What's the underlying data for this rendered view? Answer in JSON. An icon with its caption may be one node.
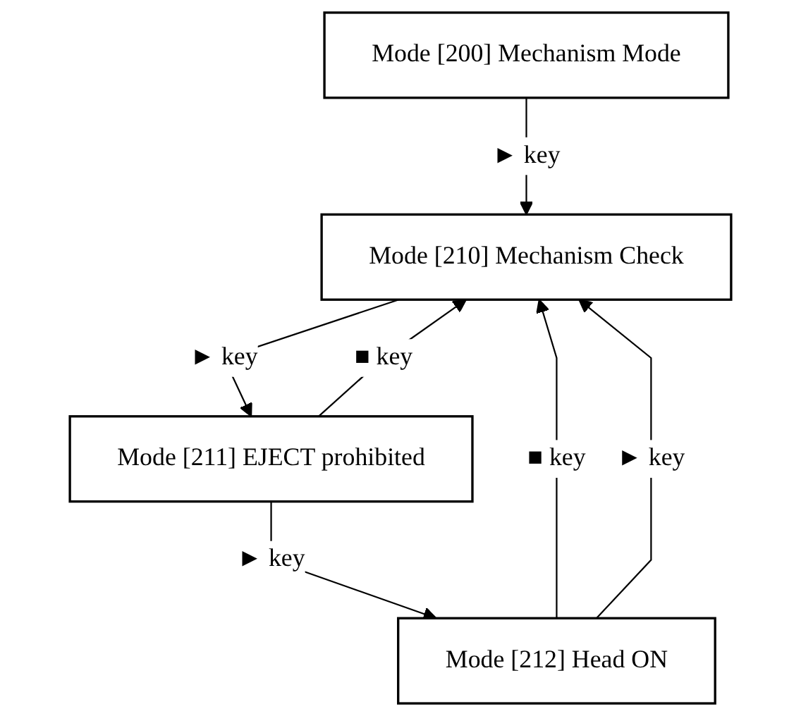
{
  "diagram": {
    "nodes": [
      {
        "text": [
          "Mode [200] Mechanism Mode"
        ]
      },
      {
        "text": [
          "Mode [210] Mechanism Check"
        ]
      },
      {
        "text": [
          "Mode [211] EJECT prohibited"
        ]
      },
      {
        "text": [
          "Mode [212] Head ON"
        ]
      }
    ],
    "edges": [
      {
        "from": 0,
        "to": 1,
        "arrow": "to",
        "label": "► key"
      },
      {
        "from": 1,
        "to": 2,
        "arrow": "to",
        "label": "► key"
      },
      {
        "from": 2,
        "to": 1,
        "arrow": "to",
        "label": "■ key"
      },
      {
        "from": 3,
        "to": 1,
        "arrow": "to",
        "label": "■ key"
      },
      {
        "from": 2,
        "to": 3,
        "arrow": "to",
        "label": "► key"
      },
      {
        "from": 3,
        "to": 1,
        "arrow": "to",
        "label": "► key"
      }
    ]
  }
}
